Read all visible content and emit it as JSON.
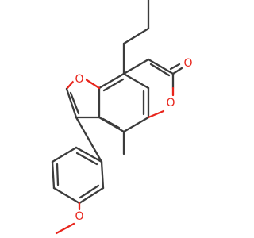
{
  "molecule": {
    "atoms": [
      {
        "id": "o_furan",
        "label": "O"
      },
      {
        "id": "o_pyran",
        "label": "O"
      },
      {
        "id": "o_carbonyl",
        "label": "O"
      },
      {
        "id": "o_methoxy",
        "label": "O"
      }
    ]
  },
  "colors": {
    "bond": "#3c3c3c",
    "oxygen": "#e8251c",
    "background": "#ffffff"
  }
}
